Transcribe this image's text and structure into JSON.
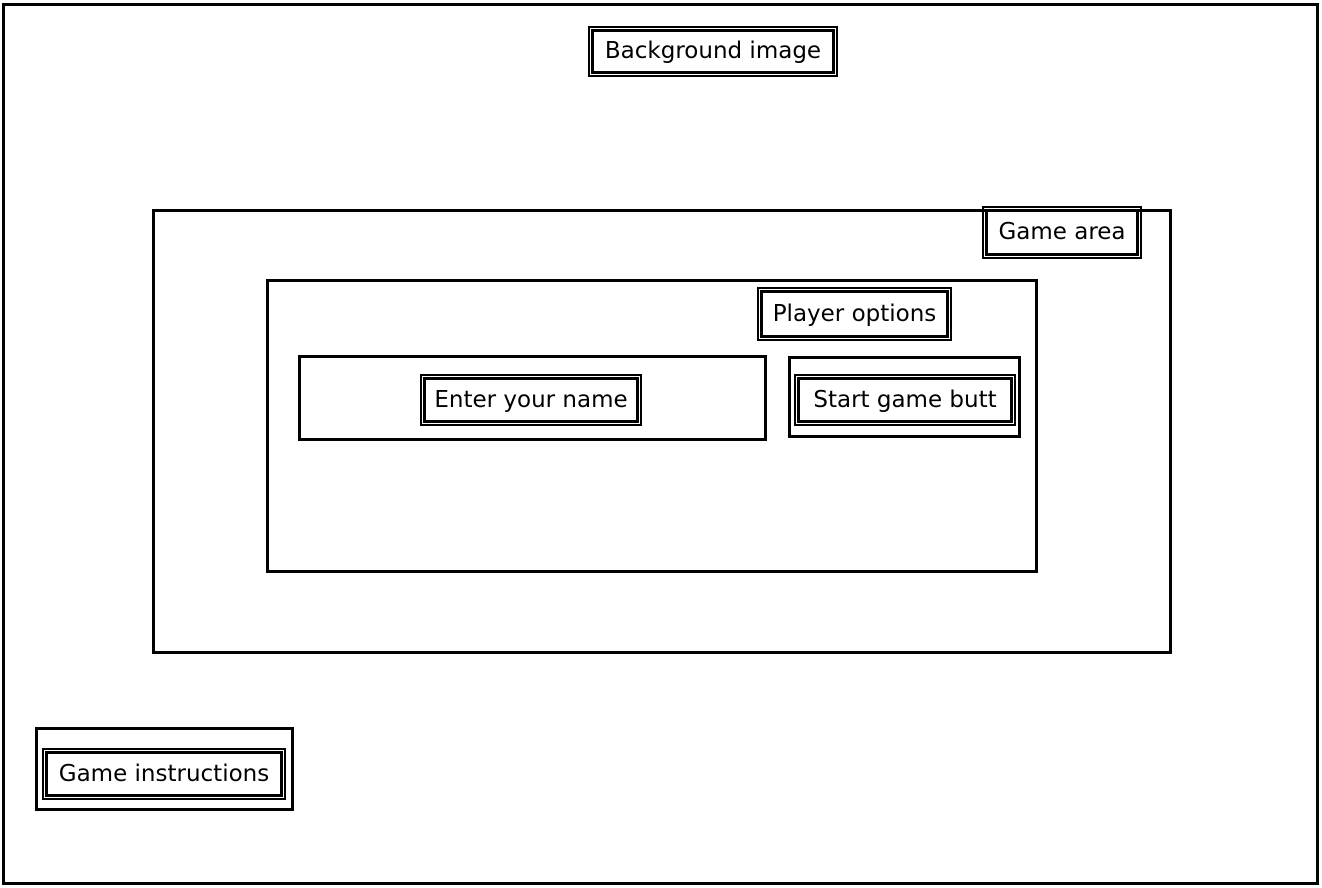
{
  "labels": {
    "background_image": "Background image",
    "game_area": "Game area",
    "player_options": "Player options",
    "enter_name": "Enter your name",
    "start_button": "Start game butt",
    "game_instructions": "Game instructions"
  }
}
